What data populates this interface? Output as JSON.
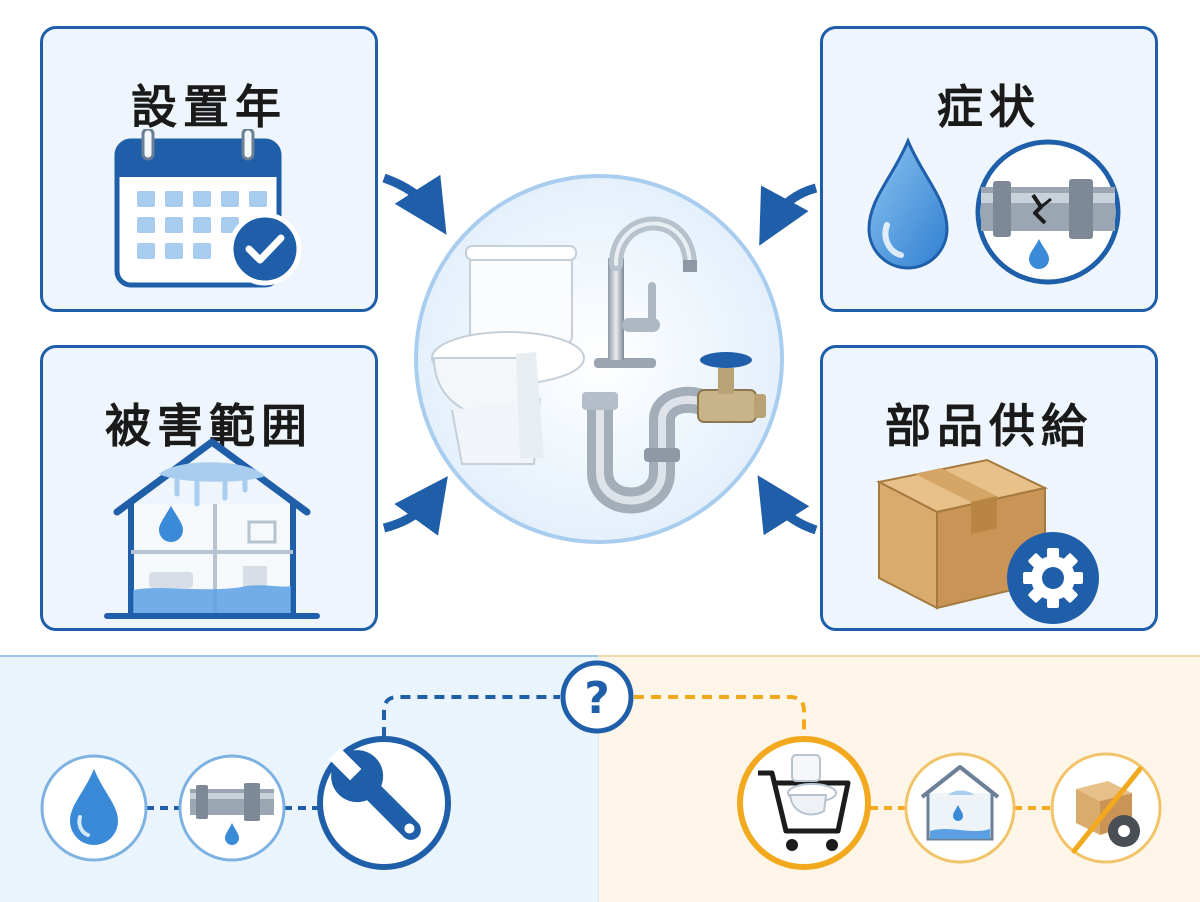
{
  "cards": {
    "install_year": {
      "title": "設置年",
      "icon": "calendar-check-icon"
    },
    "symptom": {
      "title": "症状",
      "icons": [
        "water-drop-icon",
        "leaking-pipe-icon"
      ]
    },
    "damage_scope": {
      "title": "被害範囲",
      "icon": "flooded-house-icon"
    },
    "parts_supply": {
      "title": "部品供給",
      "icon": "parts-box-gear-icon"
    }
  },
  "center": {
    "icons": [
      "toilet-icon",
      "faucet-icon",
      "trap-pipe-valve-icon"
    ]
  },
  "bottom": {
    "question_mark": "?",
    "repair_path": {
      "icons": [
        "water-drop-icon",
        "small-leak-pipe-icon",
        "wrench-icon"
      ]
    },
    "replace_path": {
      "icons": [
        "cart-toilet-icon",
        "damaged-house-icon",
        "box-gear-crossed-icon"
      ]
    }
  },
  "colors": {
    "primary_blue": "#1f5ea8",
    "light_blue": "#eef5fc",
    "accent_orange": "#f2a91e",
    "water_blue": "#4a9be0",
    "box_brown": "#d6a86a"
  }
}
